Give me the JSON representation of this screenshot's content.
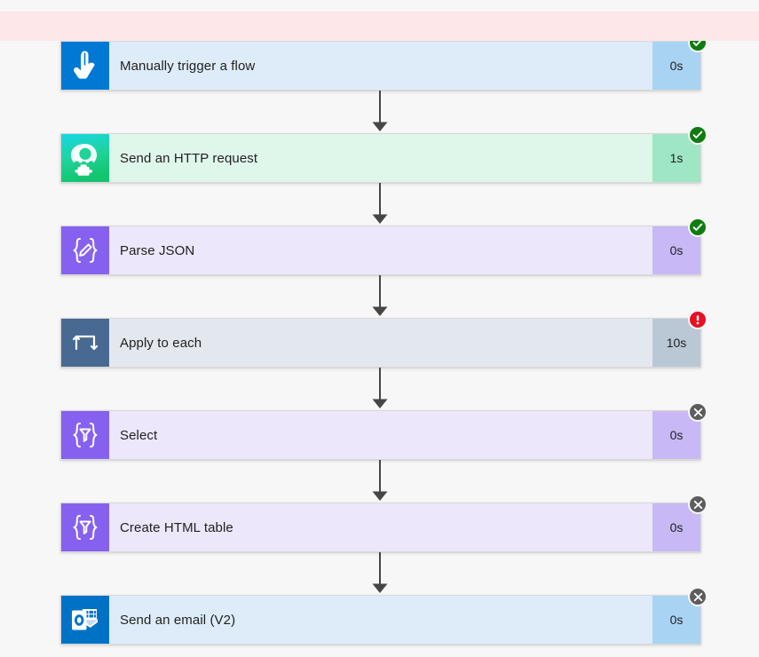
{
  "banner": {
    "name": "error-banner",
    "background": "#fde7e9",
    "message": ""
  },
  "flow": {
    "connector_color": "#484644",
    "nodes": [
      {
        "title": "Manually trigger a flow",
        "duration": "0s",
        "status": "succeeded",
        "status_label": "Succeeded",
        "icon": "manual-trigger-icon",
        "icon_bg": "#0078d4",
        "card_bg": "#deecf9",
        "duration_bg": "#a9d3f2"
      },
      {
        "title": "Send an HTTP request",
        "duration": "1s",
        "status": "succeeded",
        "status_label": "Succeeded",
        "icon": "custom-connector-icon",
        "icon_bg": "#19c98a",
        "card_bg": "#dff6eb",
        "duration_bg": "#9ee6c4"
      },
      {
        "title": "Parse JSON",
        "duration": "0s",
        "status": "succeeded",
        "status_label": "Succeeded",
        "icon": "parse-json-icon",
        "icon_bg": "#8661f0",
        "card_bg": "#ece7fb",
        "duration_bg": "#c8b8f6"
      },
      {
        "title": "Apply to each",
        "duration": "10s",
        "status": "failed",
        "status_label": "Failed",
        "icon": "loop-icon",
        "icon_bg": "#486991",
        "card_bg": "#e3e8ee",
        "duration_bg": "#bac8d6"
      },
      {
        "title": "Select",
        "duration": "0s",
        "status": "skipped",
        "status_label": "Skipped",
        "icon": "select-filter-icon",
        "icon_bg": "#8661f0",
        "card_bg": "#ece7fb",
        "duration_bg": "#c8b8f6"
      },
      {
        "title": "Create HTML table",
        "duration": "0s",
        "status": "skipped",
        "status_label": "Skipped",
        "icon": "select-filter-icon",
        "icon_bg": "#8661f0",
        "card_bg": "#ece7fb",
        "duration_bg": "#c8b8f6"
      },
      {
        "title": "Send an email (V2)",
        "duration": "0s",
        "status": "skipped",
        "status_label": "Skipped",
        "icon": "outlook-icon",
        "icon_bg": "#0072c6",
        "card_bg": "#deecf9",
        "duration_bg": "#a9d3f2"
      }
    ]
  },
  "status_colors": {
    "succeeded": "#107c10",
    "failed": "#e81123",
    "skipped": "#5d5d5d"
  }
}
